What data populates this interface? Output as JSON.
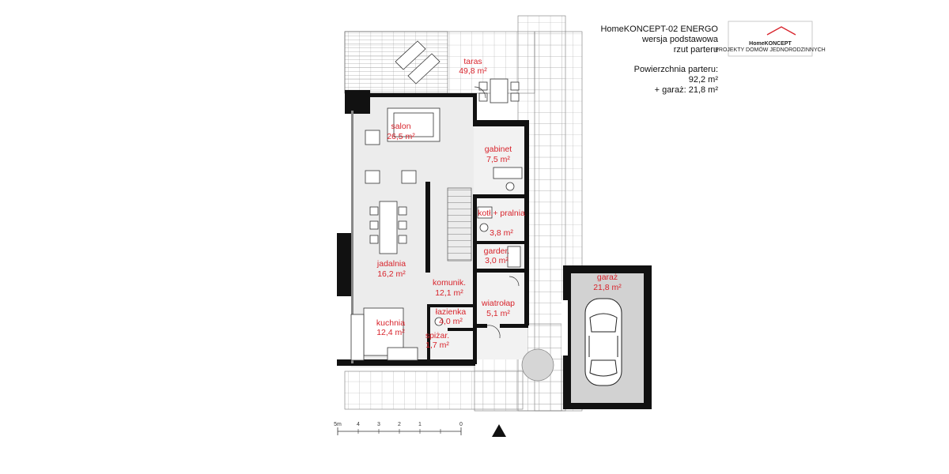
{
  "title_block": {
    "project_name": "HomeKONCEPT-02 ENERGO",
    "variant": "wersja podstawowa",
    "sheet": "rzut parteru",
    "area_label": "Powierzchnia parteru:",
    "area_value": "92,2 m²",
    "garage_area": "+ garaż: 21,8 m²"
  },
  "logo": {
    "brand": "HomeKONCEPT",
    "tagline": "PROJEKTY DOMÓW JEDNORODZINNYCH",
    "accent_color": "#d8242c"
  },
  "rooms": [
    {
      "name": "taras",
      "area": "49,8 m²"
    },
    {
      "name": "salon",
      "area": "26,5 m²"
    },
    {
      "name": "gabinet",
      "area": "7,5 m²"
    },
    {
      "name": "kotł.+ pralnia",
      "area": "3,8 m²"
    },
    {
      "name": "garder.",
      "area": "3,0 m²"
    },
    {
      "name": "jadalnia",
      "area": "16,2 m²"
    },
    {
      "name": "komunik.",
      "area": "12,1 m²"
    },
    {
      "name": "wiatrołap",
      "area": "5,1 m²"
    },
    {
      "name": "łazienka",
      "area": "4,0 m²"
    },
    {
      "name": "kuchnia",
      "area": "12,4 m²"
    },
    {
      "name": "spiżar.",
      "area": "1,7 m²"
    },
    {
      "name": "garaż",
      "area": "21,8 m²"
    }
  ],
  "scale_bar": {
    "ticks": [
      "5m",
      "4",
      "3",
      "2",
      "1",
      "0"
    ]
  },
  "colors": {
    "wall": "#111111",
    "room_label": "#d8242c",
    "floor_gray": "#ececec",
    "garage_floor": "#cfcfcf",
    "paving_line": "#9a9a9a"
  }
}
